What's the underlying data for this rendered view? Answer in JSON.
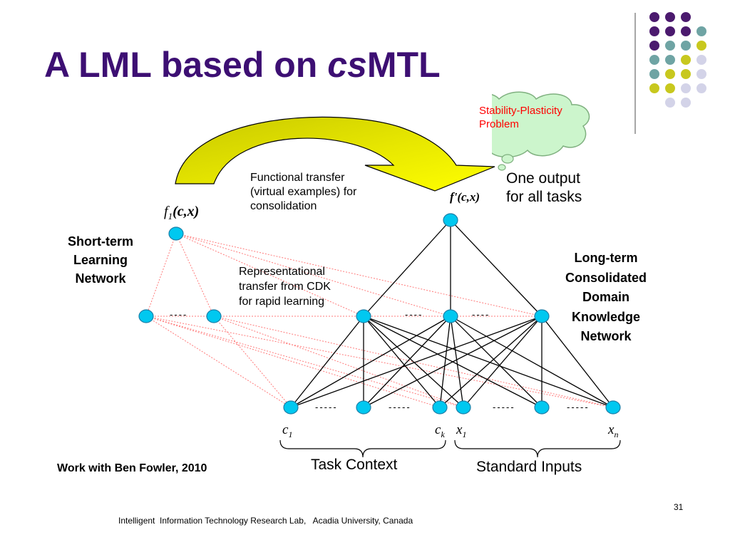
{
  "slide": {
    "title_prefix": "A LML based on ",
    "title_italic": "cs",
    "title_suffix": "MTL",
    "page_number": "31",
    "footer": "Intelligent  Information Technology Research Lab,   Acadia University, Canada",
    "credit": "Work with Ben Fowler, 2010"
  },
  "cloud": {
    "line1": "Stability-Plasticity",
    "line2": "Problem"
  },
  "labels": {
    "functional_transfer_1": "Functional transfer",
    "functional_transfer_2": "(virtual examples) for",
    "functional_transfer_3": "consolidation",
    "representational_1": "Representational",
    "representational_2": "transfer from CDK",
    "representational_3": "for rapid learning",
    "one_output_1": "One output",
    "one_output_2": "for all tasks",
    "short_term_1": "Short-term",
    "short_term_2": "Learning",
    "short_term_3": "Network",
    "long_term_1": "Long-term",
    "long_term_2": "Consolidated",
    "long_term_3": "Domain",
    "long_term_4": "Knowledge",
    "long_term_5": "Network",
    "task_context": "Task Context",
    "standard_inputs": "Standard Inputs"
  },
  "math_labels": {
    "f1_f": "f",
    "f1_sub": "1",
    "f1_args": "(c,x)",
    "fprime": "f'(c,x)",
    "c1": "c",
    "c1_sub": "1",
    "ck": "c",
    "ck_sub": "k",
    "x1": "x",
    "x1_sub": "1",
    "xn": "x",
    "xn_sub": "n"
  },
  "ellipses": {
    "short_hidden": "----",
    "long_hidden_1": "----",
    "long_hidden_2": "----",
    "inputs_1": "-----",
    "inputs_2": "-----",
    "inputs_3": "-----",
    "inputs_4": "-----"
  },
  "colors": {
    "title": "#3d0f73",
    "node_fill": "#00c8f0",
    "node_stroke": "#1a7fa8",
    "arrow_fill": "#c8c800",
    "arrow_fill_light": "#ffff00",
    "cloud_fill": "#ccf5cc",
    "cloud_text": "#ff0000",
    "dotted_link": "#ff7a7a",
    "dot_purple": "#4b1a6e",
    "dot_teal": "#6fa4a4",
    "dot_olive": "#c8c81e",
    "dot_lavender": "#d3d3e8"
  },
  "icons": {
    "decor": "dot-grid-decoration",
    "cloud": "thought-cloud-shape",
    "arrow": "curved-transfer-arrow"
  }
}
